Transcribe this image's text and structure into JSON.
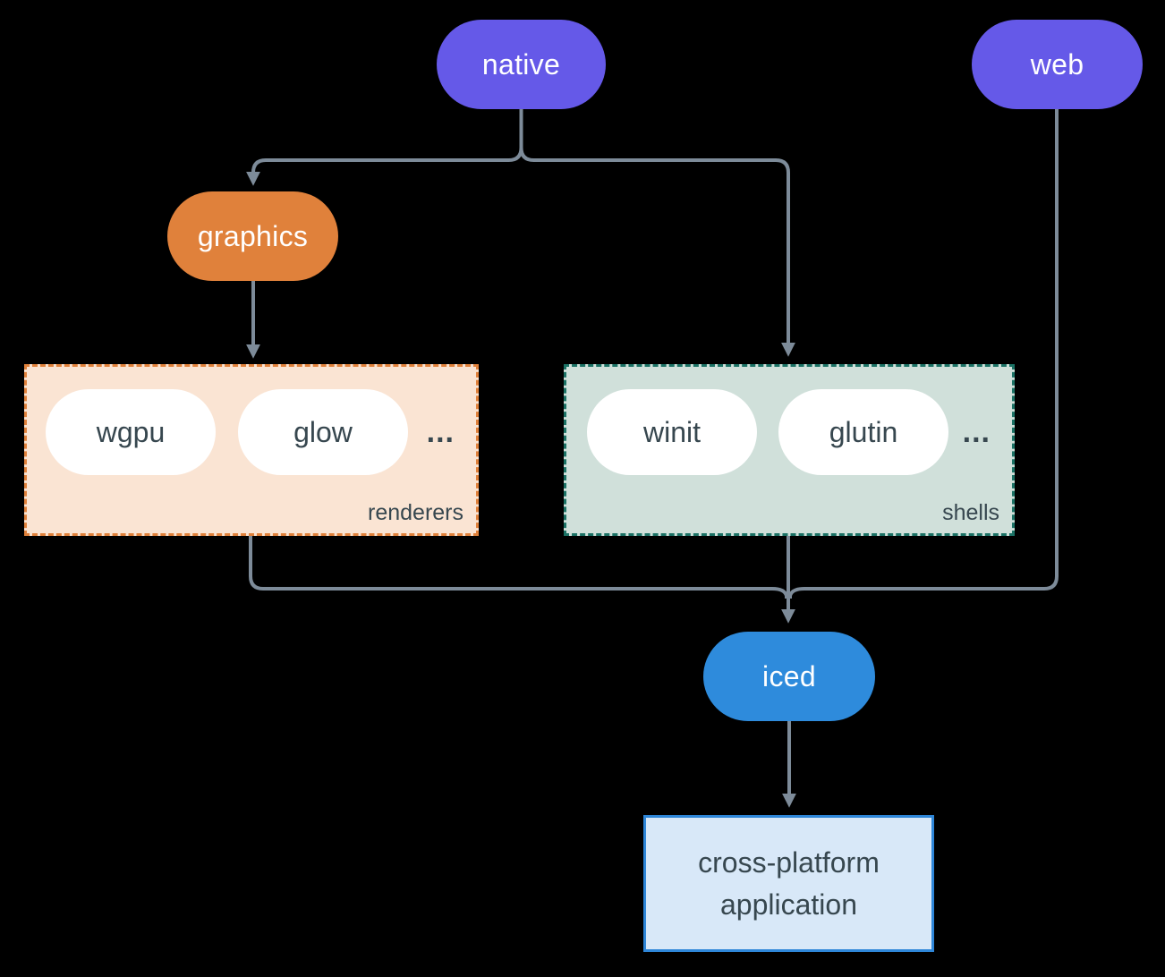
{
  "colors": {
    "purple": "#6559E8",
    "orange": "#E0813B",
    "blue": "#2E8BDC",
    "connector": "#7D8B99",
    "dark_text": "#37474F",
    "renderers_bg": "#FAE4D3",
    "renderers_border": "#E0813B",
    "shells_bg": "#D0E0DA",
    "shells_border": "#1B7265",
    "app_bg": "#D8E8F8",
    "app_border": "#2E86D8",
    "bg": "#000000"
  },
  "nodes": {
    "native": "native",
    "web": "web",
    "graphics": "graphics",
    "wgpu": "wgpu",
    "glow": "glow",
    "winit": "winit",
    "glutin": "glutin",
    "iced": "iced",
    "renderers_ellipsis": "...",
    "shells_ellipsis": "...",
    "renderers_label": "renderers",
    "shells_label": "shells",
    "application_line1": "cross-platform",
    "application_line2": "application"
  }
}
